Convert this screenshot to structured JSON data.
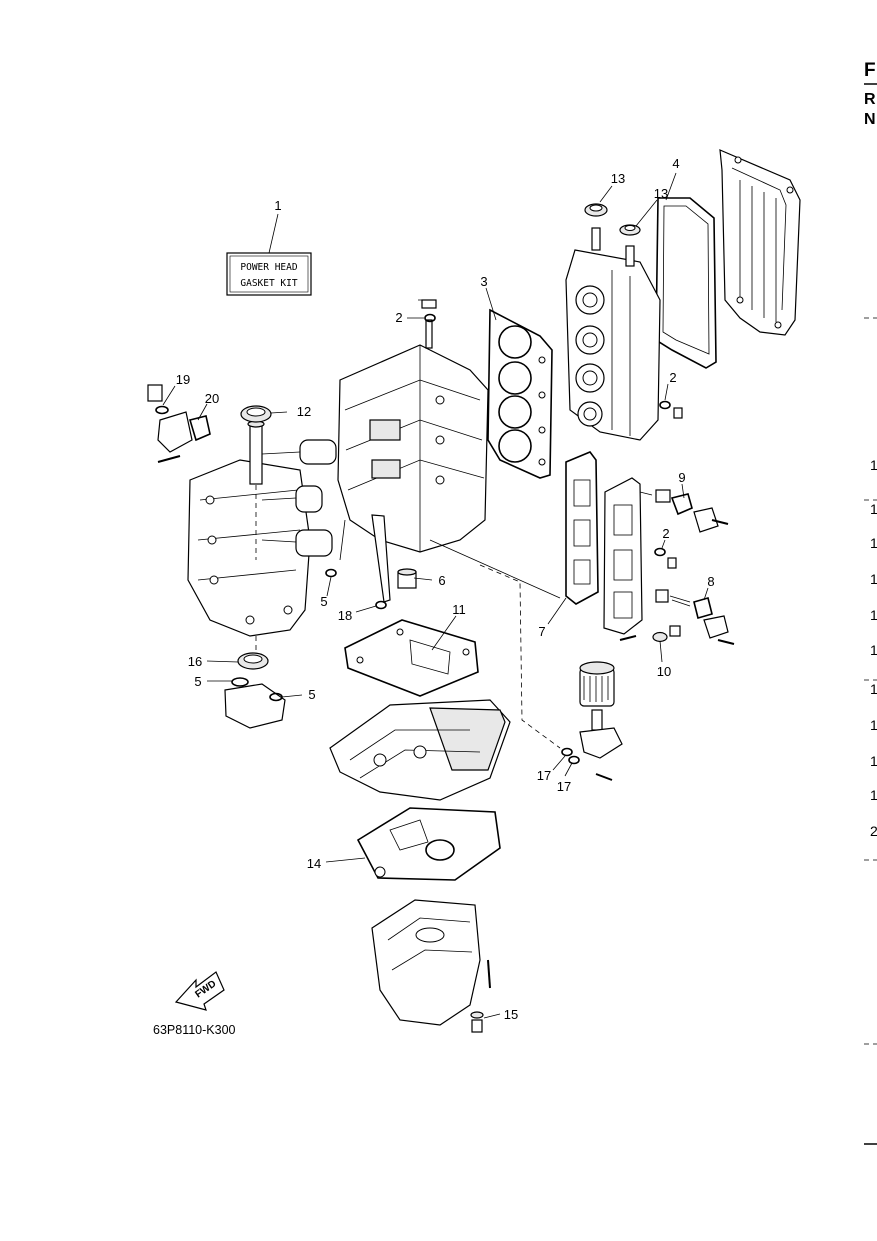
{
  "header_edge": {
    "letters": [
      "F",
      "R",
      "N"
    ]
  },
  "kit_box": {
    "line1": "POWER HEAD",
    "line2": "GASKET KIT"
  },
  "callouts": [
    {
      "id": "c1",
      "text": "1"
    },
    {
      "id": "c2a",
      "text": "2"
    },
    {
      "id": "c2b",
      "text": "2"
    },
    {
      "id": "c2c",
      "text": "2"
    },
    {
      "id": "c3",
      "text": "3"
    },
    {
      "id": "c4",
      "text": "4"
    },
    {
      "id": "c5a",
      "text": "5"
    },
    {
      "id": "c5b",
      "text": "5"
    },
    {
      "id": "c5c",
      "text": "5"
    },
    {
      "id": "c6",
      "text": "6"
    },
    {
      "id": "c7",
      "text": "7"
    },
    {
      "id": "c8",
      "text": "8"
    },
    {
      "id": "c9",
      "text": "9"
    },
    {
      "id": "c10",
      "text": "10"
    },
    {
      "id": "c11",
      "text": "11"
    },
    {
      "id": "c12",
      "text": "12"
    },
    {
      "id": "c13a",
      "text": "13"
    },
    {
      "id": "c13b",
      "text": "13"
    },
    {
      "id": "c14",
      "text": "14"
    },
    {
      "id": "c15",
      "text": "15"
    },
    {
      "id": "c16",
      "text": "16"
    },
    {
      "id": "c17a",
      "text": "17"
    },
    {
      "id": "c17b",
      "text": "17"
    },
    {
      "id": "c18",
      "text": "18"
    },
    {
      "id": "c19",
      "text": "19"
    },
    {
      "id": "c20",
      "text": "20"
    }
  ],
  "fwd_label": "FWD",
  "drawing_code": "63P8110-K300",
  "edge_column": [
    "1",
    "1",
    "1",
    "1",
    "1",
    "1",
    "1",
    "1",
    "1",
    "1",
    "2"
  ]
}
